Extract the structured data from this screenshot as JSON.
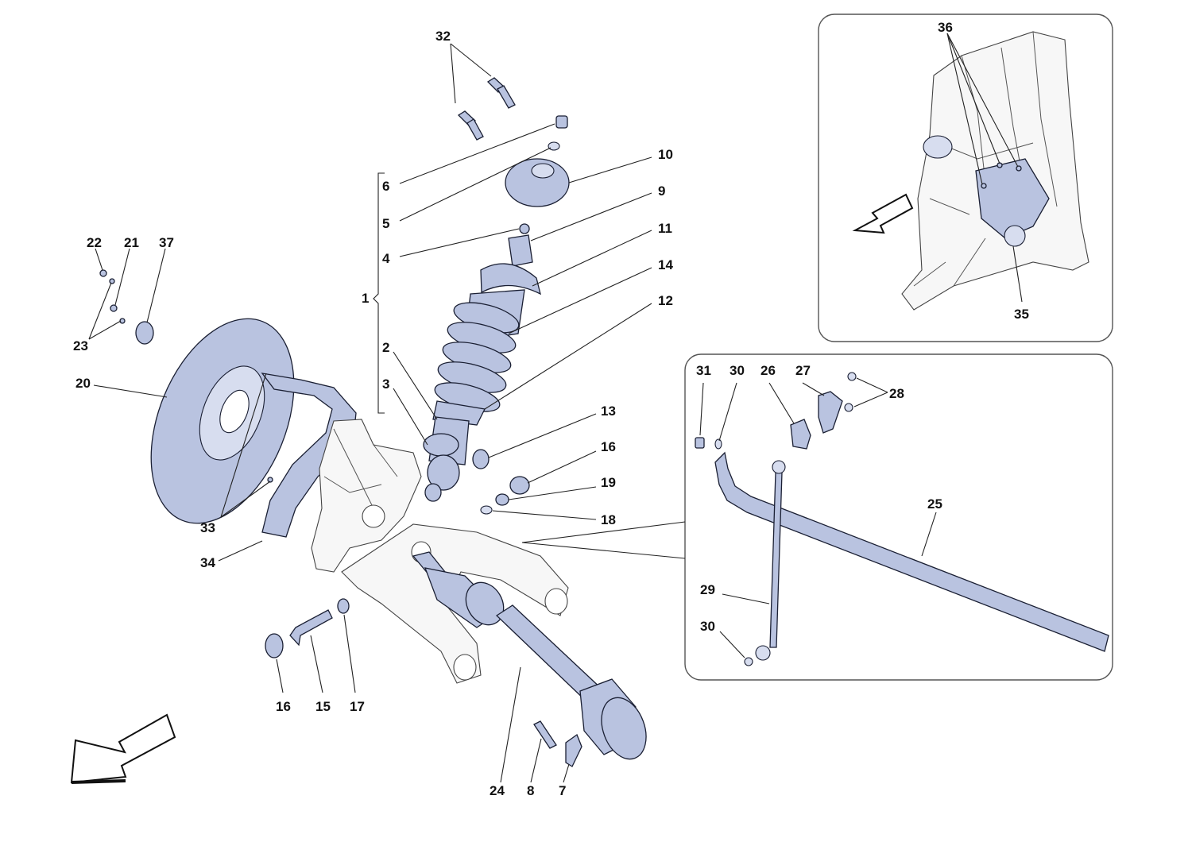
{
  "callouts": {
    "c1": "1",
    "c2": "2",
    "c3": "3",
    "c4": "4",
    "c5": "5",
    "c6": "6",
    "c7": "7",
    "c8": "8",
    "c9": "9",
    "c10": "10",
    "c11": "11",
    "c12": "12",
    "c13": "13",
    "c14": "14",
    "c15": "15",
    "c16a": "16",
    "c16b": "16",
    "c17": "17",
    "c18": "18",
    "c19": "19",
    "c20": "20",
    "c21": "21",
    "c22": "22",
    "c23": "23",
    "c24": "24",
    "c25": "25",
    "c26": "26",
    "c27": "27",
    "c28": "28",
    "c29": "29",
    "c30a": "30",
    "c30b": "30",
    "c31": "31",
    "c32": "32",
    "c33": "33",
    "c34": "34",
    "c35": "35",
    "c36": "36",
    "c37": "37"
  },
  "colors": {
    "part_fill": "#b9c3e0",
    "outline": "#1a1f33"
  },
  "icons": [
    "direction-arrow-icon",
    "inset-direction-arrow-icon"
  ]
}
